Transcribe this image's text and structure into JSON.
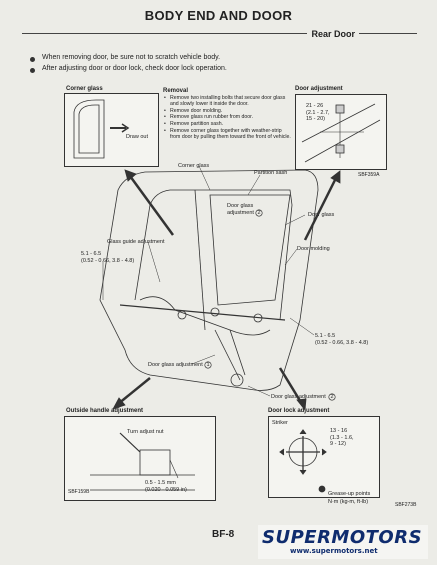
{
  "header": {
    "title": "BODY END AND DOOR",
    "section": "Rear Door"
  },
  "notes": [
    "When removing door, be sure not to scratch vehicle body.",
    "After adjusting door or door lock, check door lock operation."
  ],
  "corner_glass": {
    "title": "Corner glass",
    "draw_out": "Draw out"
  },
  "removal": {
    "heading": "Removal",
    "steps": [
      "Remove two installing bolts that secure door glass and slowly lower it inside the door.",
      "Remove door molding.",
      "Remove glass run rubber from door.",
      "Remove partition sash.",
      "Remove corner glass together with weather-strip from door by pulling them toward the front of vehicle."
    ]
  },
  "door_adjustment": {
    "title": "Door adjustment",
    "torque": "21 - 26\n(2.1 - 2.7,\n15 - 20)",
    "code": "SBF359A"
  },
  "main_labels": {
    "corner_glass": "Corner glass",
    "partition_sash": "Partition sash",
    "door_glass_adjustment_2": "Door glass\nadjustment",
    "door_glass": "Door glass",
    "door_molding": "Door molding",
    "glass_guide_adjustment": "Glass guide adjustment",
    "torque_left": "5.1 - 6.5\n(0.52 - 0.66, 3.8 - 4.8)",
    "torque_right": "5.1 - 6.5\n(0.52 - 0.66, 3.8 - 4.8)",
    "door_glass_adjustment_1": "Door glass adjustment",
    "door_glass_adjustment_bottom": "Door glass adjustment",
    "circle_1": "1",
    "circle_2": "2",
    "circle_3": "2"
  },
  "outside_handle": {
    "title": "Outside handle adjustment",
    "turn_nut": "Turn adjust nut",
    "clearance": "0.5 - 1.5 mm\n(0.020 - 0.059 in)",
    "code": "SBF159B"
  },
  "door_lock": {
    "title": "Door lock adjustment",
    "striker": "Striker",
    "torque": "13 - 16\n(1.3 - 1.6,\n9 - 12)",
    "grease": "Grease-up points",
    "units": "N·m (kg-m, ft-lb)",
    "code": "SBF273B"
  },
  "footer": {
    "page": "BF-8"
  },
  "watermark": {
    "brand": "SUPERMOTORS",
    "url": "www.supermotors.net",
    "color": "#0f2c6e"
  }
}
